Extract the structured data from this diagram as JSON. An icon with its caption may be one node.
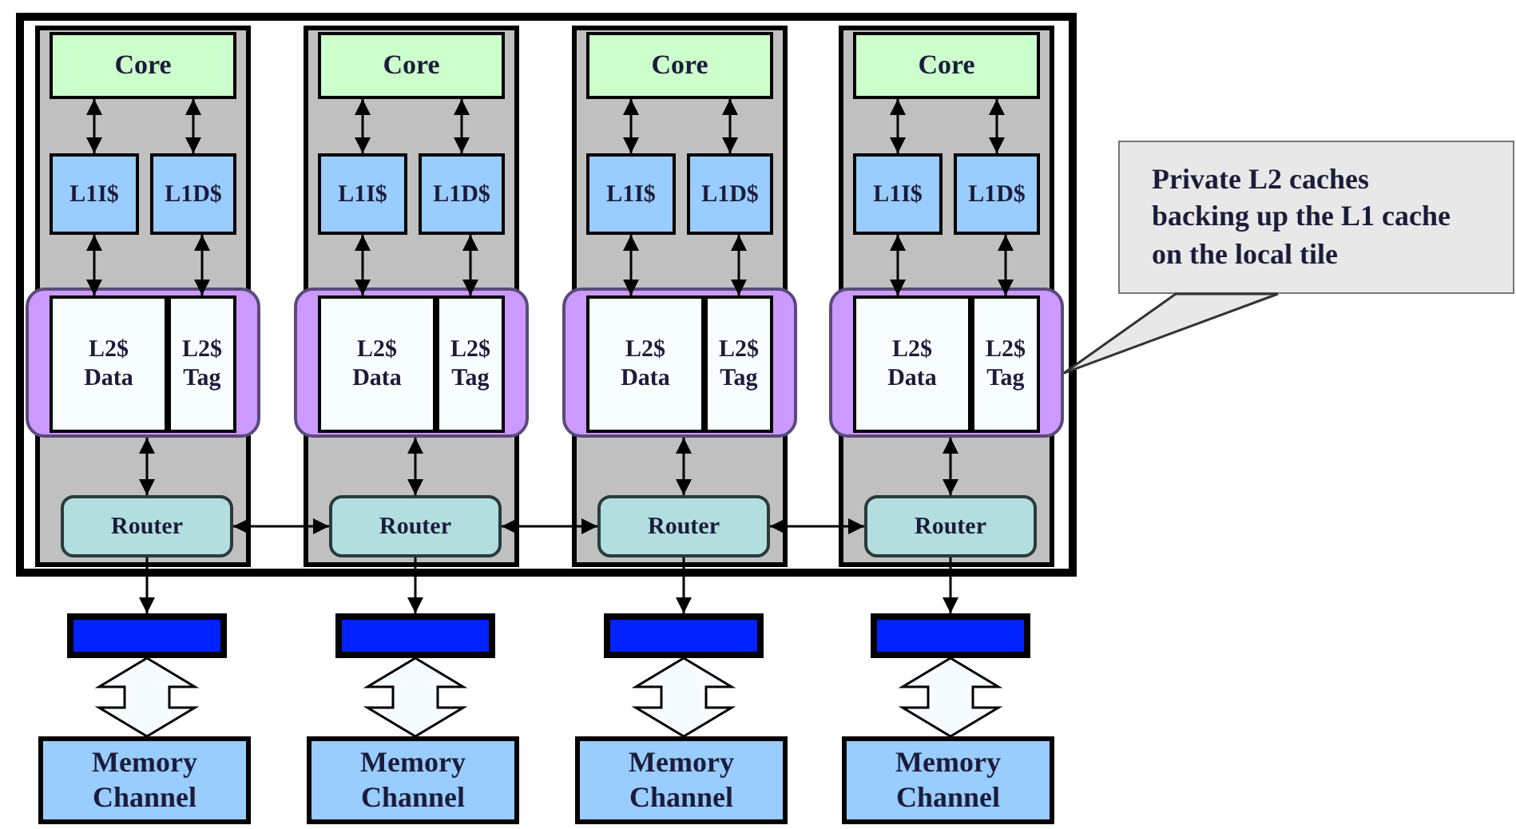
{
  "diagram": {
    "nodes": [
      {
        "text": [],
        "shape": "box"
      },
      {
        "text": [],
        "shape": "box",
        "in": 0
      },
      {
        "text": [
          "Core"
        ],
        "in": 1
      },
      {
        "text": [
          "L1I$"
        ],
        "in": 1
      },
      {
        "text": [
          "L1D$"
        ],
        "in": 1
      },
      {
        "text": [],
        "shape": "box",
        "in": 1
      },
      {
        "text": [
          "L2$ Data"
        ],
        "in": 5
      },
      {
        "text": [
          "L2$ Tag"
        ],
        "in": 5
      },
      {
        "text": [
          "Router"
        ],
        "in": 1
      },
      {
        "text": [],
        "shape": "box",
        "in": 0
      },
      {
        "text": [
          "Core"
        ],
        "in": 9
      },
      {
        "text": [
          "L1I$"
        ],
        "in": 9
      },
      {
        "text": [
          "L1D$"
        ],
        "in": 9
      },
      {
        "text": [],
        "shape": "box",
        "in": 9
      },
      {
        "text": [
          "L2$ Data"
        ],
        "in": 13
      },
      {
        "text": [
          "L2$ Tag"
        ],
        "in": 13
      },
      {
        "text": [
          "Router"
        ],
        "in": 9
      },
      {
        "text": [],
        "shape": "box",
        "in": 0
      },
      {
        "text": [
          "Core"
        ],
        "in": 17
      },
      {
        "text": [
          "L1I$"
        ],
        "in": 17
      },
      {
        "text": [
          "L1D$"
        ],
        "in": 17
      },
      {
        "text": [],
        "shape": "box",
        "in": 17
      },
      {
        "text": [
          "L2$ Data"
        ],
        "in": 21
      },
      {
        "text": [
          "L2$ Tag"
        ],
        "in": 21
      },
      {
        "text": [
          "Router"
        ],
        "in": 17
      },
      {
        "text": [],
        "shape": "box",
        "in": 0
      },
      {
        "text": [
          "Core"
        ],
        "in": 25
      },
      {
        "text": [
          "L1I$"
        ],
        "in": 25
      },
      {
        "text": [
          "L1D$"
        ],
        "in": 25
      },
      {
        "text": [],
        "shape": "box",
        "in": 25
      },
      {
        "text": [
          "L2$ Data"
        ],
        "in": 29
      },
      {
        "text": [
          "L2$ Tag"
        ],
        "in": 29
      },
      {
        "text": [
          "Router"
        ],
        "in": 25
      },
      {
        "text": [],
        "shape": "bar"
      },
      {
        "text": [],
        "shape": "bar"
      },
      {
        "text": [],
        "shape": "bar"
      },
      {
        "text": [],
        "shape": "bar"
      },
      {
        "text": [
          "Memory Channel"
        ]
      },
      {
        "text": [
          "Memory Channel"
        ]
      },
      {
        "text": [
          "Memory Channel"
        ]
      },
      {
        "text": [
          "Memory Channel"
        ]
      },
      {
        "text": [
          "Private L2 caches backing up the L1 cache on the local tile"
        ]
      }
    ],
    "edges": [
      {
        "from": 2,
        "to": 3,
        "arrow": "both"
      },
      {
        "from": 2,
        "to": 4,
        "arrow": "both"
      },
      {
        "from": 3,
        "to": 6,
        "arrow": "both"
      },
      {
        "from": 4,
        "to": 7,
        "arrow": "both"
      },
      {
        "from": 5,
        "to": 8,
        "arrow": "both"
      },
      {
        "from": 8,
        "to": 33,
        "arrow": "to"
      },
      {
        "from": 33,
        "to": 37,
        "arrow": "both",
        "style": "thick"
      },
      {
        "from": 10,
        "to": 11,
        "arrow": "both"
      },
      {
        "from": 10,
        "to": 12,
        "arrow": "both"
      },
      {
        "from": 11,
        "to": 14,
        "arrow": "both"
      },
      {
        "from": 12,
        "to": 15,
        "arrow": "both"
      },
      {
        "from": 13,
        "to": 16,
        "arrow": "both"
      },
      {
        "from": 16,
        "to": 34,
        "arrow": "to"
      },
      {
        "from": 34,
        "to": 38,
        "arrow": "both",
        "style": "thick"
      },
      {
        "from": 18,
        "to": 19,
        "arrow": "both"
      },
      {
        "from": 18,
        "to": 20,
        "arrow": "both"
      },
      {
        "from": 19,
        "to": 22,
        "arrow": "both"
      },
      {
        "from": 20,
        "to": 23,
        "arrow": "both"
      },
      {
        "from": 21,
        "to": 24,
        "arrow": "both"
      },
      {
        "from": 24,
        "to": 35,
        "arrow": "to"
      },
      {
        "from": 35,
        "to": 39,
        "arrow": "both",
        "style": "thick"
      },
      {
        "from": 26,
        "to": 27,
        "arrow": "both"
      },
      {
        "from": 26,
        "to": 28,
        "arrow": "both"
      },
      {
        "from": 27,
        "to": 30,
        "arrow": "both"
      },
      {
        "from": 28,
        "to": 31,
        "arrow": "both"
      },
      {
        "from": 29,
        "to": 32,
        "arrow": "both"
      },
      {
        "from": 32,
        "to": 36,
        "arrow": "to"
      },
      {
        "from": 36,
        "to": 40,
        "arrow": "both",
        "style": "thick"
      },
      {
        "from": 8,
        "to": 16,
        "arrow": "both"
      },
      {
        "from": 16,
        "to": 24,
        "arrow": "both"
      },
      {
        "from": 24,
        "to": 32,
        "arrow": "both"
      },
      {
        "from": 41,
        "to": 29,
        "arrow": "none"
      }
    ]
  }
}
